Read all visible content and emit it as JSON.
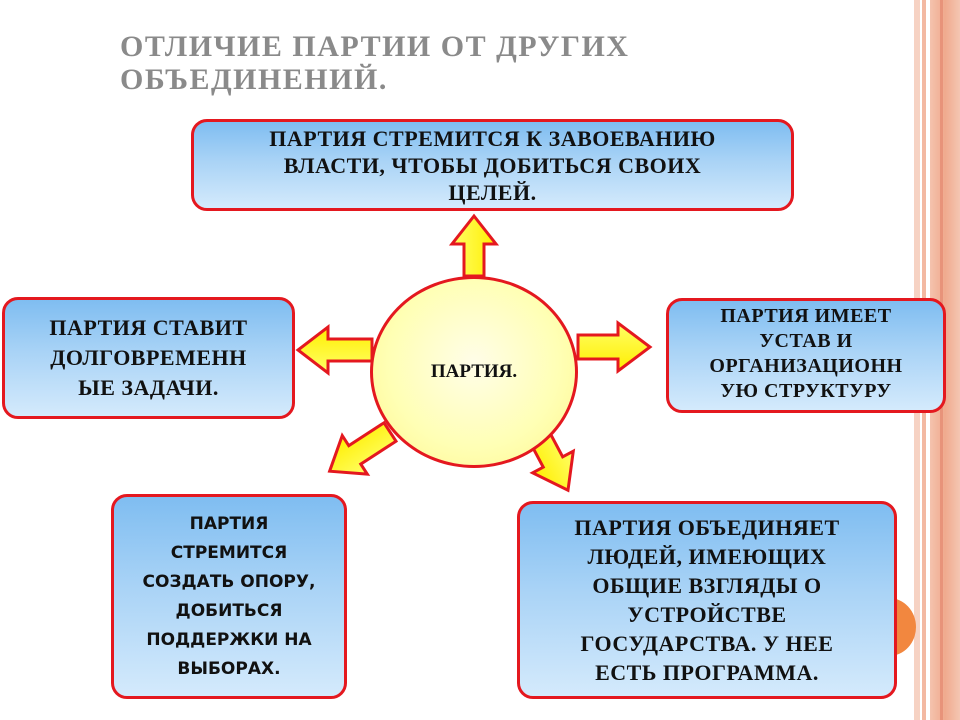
{
  "slide": {
    "title_line1": "ОТЛИЧИЕ ПАРТИИ ОТ  ДРУГИХ",
    "title_line2": "ОБЪЕДИНЕНИЙ."
  },
  "center": {
    "label": "ПАРТИЯ."
  },
  "boxes": {
    "top": {
      "lines": [
        "ПАРТИЯ СТРЕМИТСЯ К ЗАВОЕВАНИЮ",
        "ВЛАСТИ, ЧТОБЫ  ДОБИТЬСЯ СВОИХ",
        "ЦЕЛЕЙ."
      ]
    },
    "left": {
      "lines": [
        "ПАРТИЯ СТАВИТ",
        "ДОЛГОВРЕМЕНН",
        "ЫЕ  ЗАДАЧИ."
      ]
    },
    "right": {
      "lines": [
        "ПАРТИЯ ИМЕЕТ",
        "УСТАВ И",
        "ОРГАНИЗАЦИОНН",
        "УЮ СТРУКТУРУ"
      ]
    },
    "bottom_left": {
      "lines": [
        "ПАРТИЯ",
        "СТРЕМИТСЯ",
        "СОЗДАТЬ ОПОРУ,",
        "ДОБИТЬСЯ",
        "ПОДДЕРЖКИ  НА",
        "ВЫБОРАХ."
      ]
    },
    "bottom_right": {
      "lines": [
        "ПАРТИЯ ОБЪЕДИНЯЕТ",
        "ЛЮДЕЙ, ИМЕЮЩИХ",
        "ОБЩИЕ ВЗГЛЯДЫ О",
        "УСТРОЙСТВЕ",
        "ГОСУДАРСТВА. У НЕЕ",
        "ЕСТЬ ПРОГРАММА."
      ]
    }
  },
  "colors": {
    "box_border": "#e4181f",
    "box_fill": "#a9d3f6",
    "arrow_fill": "#ffff00",
    "arrow_stroke": "#e4181f",
    "circle_fill": "#ffffb4",
    "title": "#8a8a8a"
  }
}
